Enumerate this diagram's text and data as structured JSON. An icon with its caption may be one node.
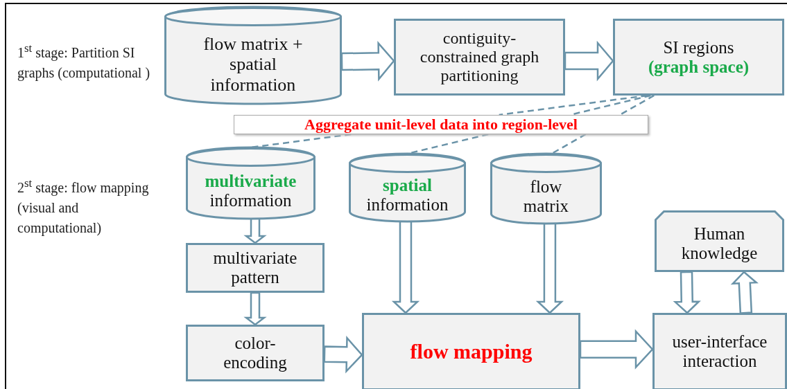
{
  "diagram": {
    "nodes": [
      {
        "text": [
          "flow matrix + spatial information"
        ]
      },
      {
        "text": [
          "contiguity-constrained graph partitioning"
        ]
      },
      {
        "text": [
          "SI regions",
          "(graph space)"
        ]
      },
      {
        "text": [
          "Aggregate unit-level data into region-level"
        ]
      },
      {
        "text": [
          "**multivariate** information"
        ]
      },
      {
        "text": [
          "**spatial** information"
        ]
      },
      {
        "text": [
          "flow matrix"
        ]
      },
      {
        "text": [
          "Human knowledge"
        ]
      },
      {
        "text": [
          "multivariate pattern"
        ]
      },
      {
        "text": [
          "color-encoding"
        ]
      },
      {
        "text": [
          "flow mapping"
        ]
      },
      {
        "text": [
          "user-interface interaction"
        ]
      }
    ],
    "edges": [
      {
        "from": 0,
        "to": 1,
        "arrow": "to"
      },
      {
        "from": 1,
        "to": 2,
        "arrow": "to"
      },
      {
        "from": 2,
        "to": 3,
        "arrow": "none",
        "style": "dashed"
      },
      {
        "from": 2,
        "to": 3,
        "arrow": "none",
        "style": "dashed"
      },
      {
        "from": 2,
        "to": 3,
        "arrow": "none",
        "style": "dashed"
      },
      {
        "from": 3,
        "to": 4,
        "arrow": "none",
        "style": "dashed"
      },
      {
        "from": 3,
        "to": 5,
        "arrow": "none",
        "style": "dashed"
      },
      {
        "from": 3,
        "to": 6,
        "arrow": "none",
        "style": "dashed"
      },
      {
        "from": 4,
        "to": 8,
        "arrow": "to"
      },
      {
        "from": 8,
        "to": 9,
        "arrow": "to"
      },
      {
        "from": 9,
        "to": 10,
        "arrow": "to"
      },
      {
        "from": 5,
        "to": 10,
        "arrow": "to"
      },
      {
        "from": 6,
        "to": 10,
        "arrow": "to"
      },
      {
        "from": 10,
        "to": 11,
        "arrow": "to"
      },
      {
        "from": 7,
        "to": 11,
        "arrow": "to"
      },
      {
        "from": 11,
        "to": 7,
        "arrow": "to"
      }
    ],
    "labels": [
      "1$^{st}$ stage: Partition SI graphs (computational )",
      "2$^{st}$ stage: flow mapping (visual and computational)"
    ]
  }
}
